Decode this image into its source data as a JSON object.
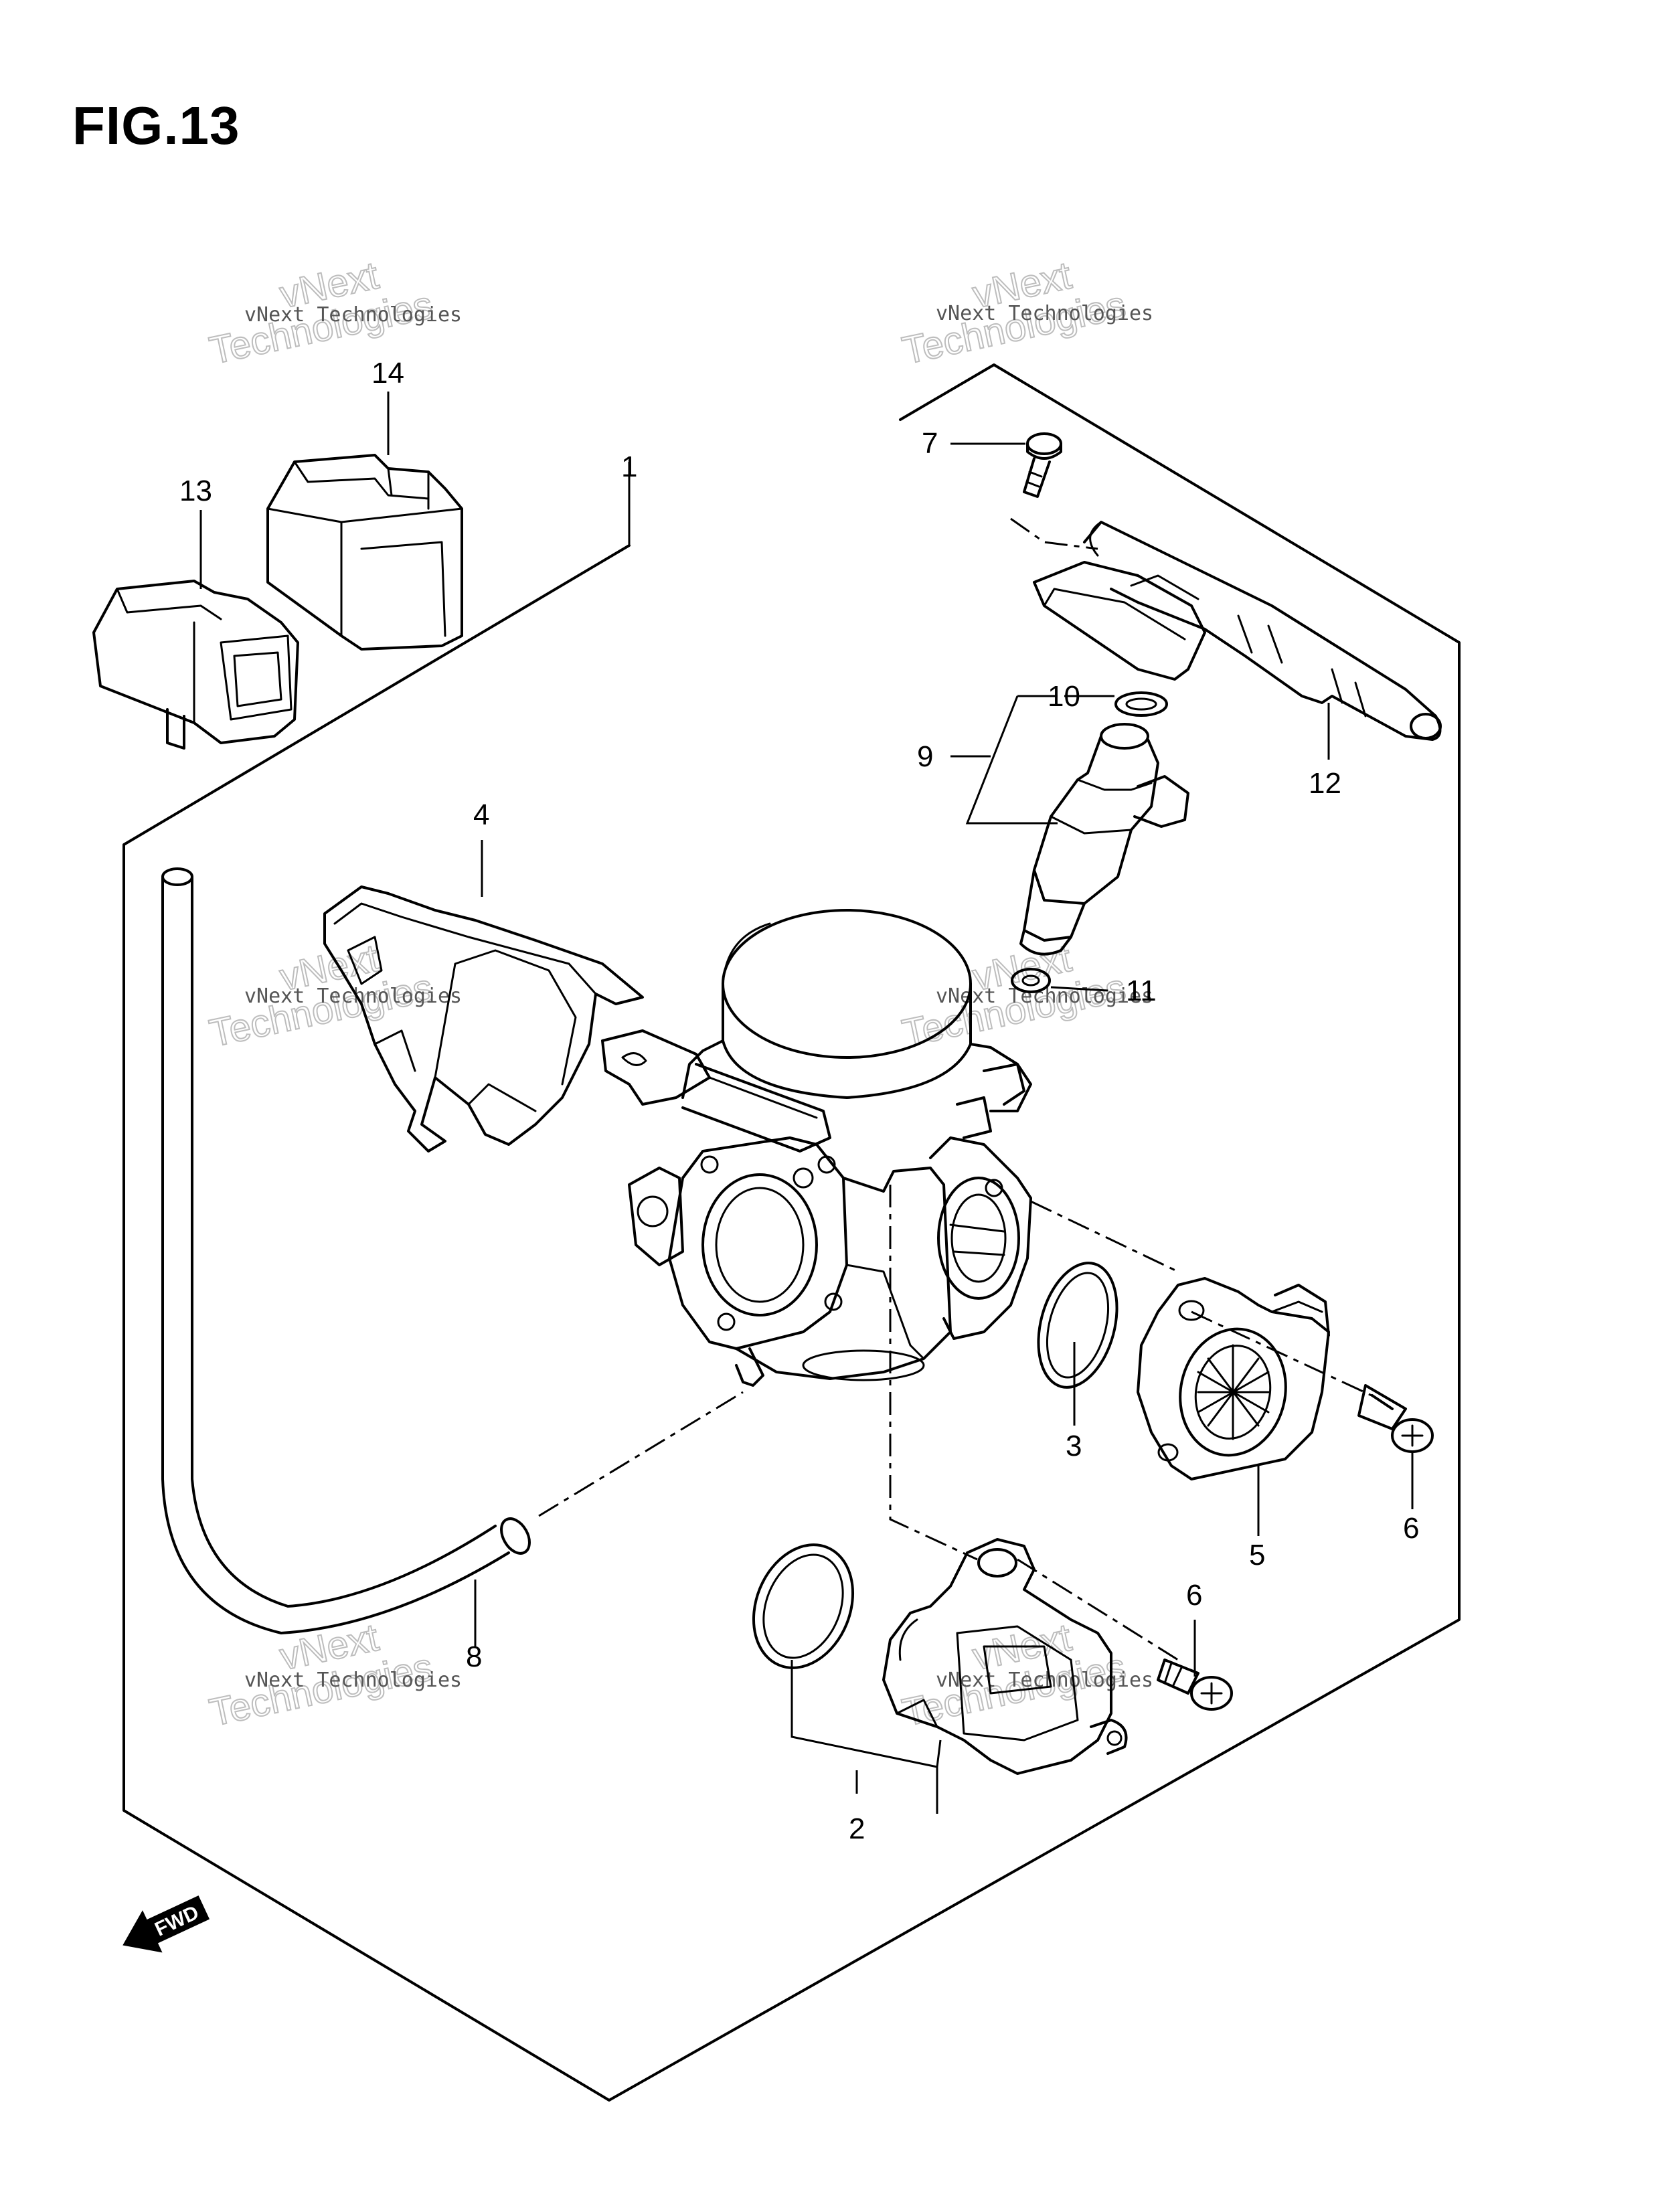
{
  "figure": {
    "title": "FIG.13"
  },
  "callouts": {
    "c1": "1",
    "c2": "2",
    "c3": "3",
    "c4": "4",
    "c5": "5",
    "c6a": "6",
    "c6b": "6",
    "c7": "7",
    "c8": "8",
    "c9": "9",
    "c10": "10",
    "c11": "11",
    "c12": "12",
    "c13": "13",
    "c14": "14"
  },
  "watermark": {
    "line1": "vNext Technologies",
    "line2": "Technologies",
    "line3": "vNext"
  },
  "fwd_label": "FWD"
}
